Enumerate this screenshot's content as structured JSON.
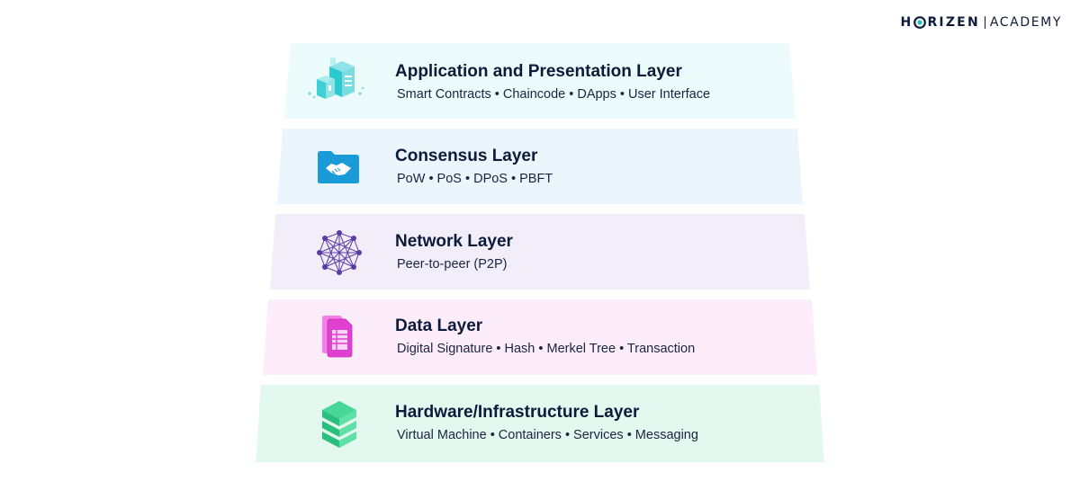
{
  "brand": {
    "name_part1": "H",
    "name_part2": "RIZEN",
    "name_part3": "ACADEMY"
  },
  "layers": [
    {
      "title": "Application and Presentation Layer",
      "subtitle": "Smart Contracts • Chaincode • DApps • User Interface",
      "color": "#ecfbfb",
      "icon": "buildings-icon"
    },
    {
      "title": "Consensus Layer",
      "subtitle": "PoW • PoS • DPoS • PBFT",
      "color": "#eaf5fc",
      "icon": "handshake-folder-icon"
    },
    {
      "title": "Network Layer",
      "subtitle": "Peer-to-peer (P2P)",
      "color": "#f1eef9",
      "icon": "network-mesh-icon"
    },
    {
      "title": "Data Layer",
      "subtitle": "Digital Signature • Hash • Merkel Tree • Transaction",
      "color": "#fdedfb",
      "icon": "documents-icon"
    },
    {
      "title": "Hardware/Infrastructure Layer",
      "subtitle": "Virtual Machine • Containers • Services • Messaging",
      "color": "#e3f8ee",
      "icon": "stacked-layers-icon"
    }
  ]
}
